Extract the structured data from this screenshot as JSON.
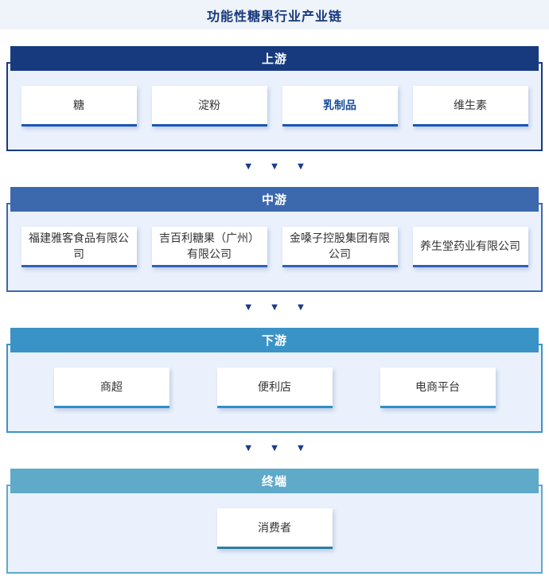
{
  "page_title": "功能性糖果行业产业链",
  "arrow_glyph": "▼",
  "colors": {
    "title_text": "#16397E",
    "title_bg": "#EFF3FA",
    "section_bg": "#EAF1FC",
    "arrow": "#1A3A8C",
    "card_text": "#333333",
    "highlight_text": "#1B4FA0"
  },
  "sections": [
    {
      "id": "upstream",
      "label": "上游",
      "theme": "#173A7F",
      "card_accent": "#1757B5",
      "items": [
        {
          "label": "糖",
          "highlight": false
        },
        {
          "label": "淀粉",
          "highlight": false
        },
        {
          "label": "乳制品",
          "highlight": true
        },
        {
          "label": "维生素",
          "highlight": false
        }
      ]
    },
    {
      "id": "midstream",
      "label": "中游",
      "theme": "#3C68AE",
      "card_accent": "#2F62B5",
      "items": [
        {
          "label": "福建雅客食品有限公司",
          "highlight": false
        },
        {
          "label": "吉百利糖果（广州）有限公司",
          "highlight": false
        },
        {
          "label": "金嗓子控股集团有限公司",
          "highlight": false
        },
        {
          "label": "养生堂药业有限公司",
          "highlight": false
        }
      ]
    },
    {
      "id": "downstream",
      "label": "下游",
      "theme": "#3A93C6",
      "card_accent": "#2E8FC6",
      "items": [
        {
          "label": "商超",
          "highlight": false
        },
        {
          "label": "便利店",
          "highlight": false
        },
        {
          "label": "电商平台",
          "highlight": false
        }
      ]
    },
    {
      "id": "terminal",
      "label": "终端",
      "theme": "#5FA9C9",
      "card_accent": "#2C7FA5",
      "items": [
        {
          "label": "消费者",
          "highlight": false
        }
      ]
    }
  ]
}
